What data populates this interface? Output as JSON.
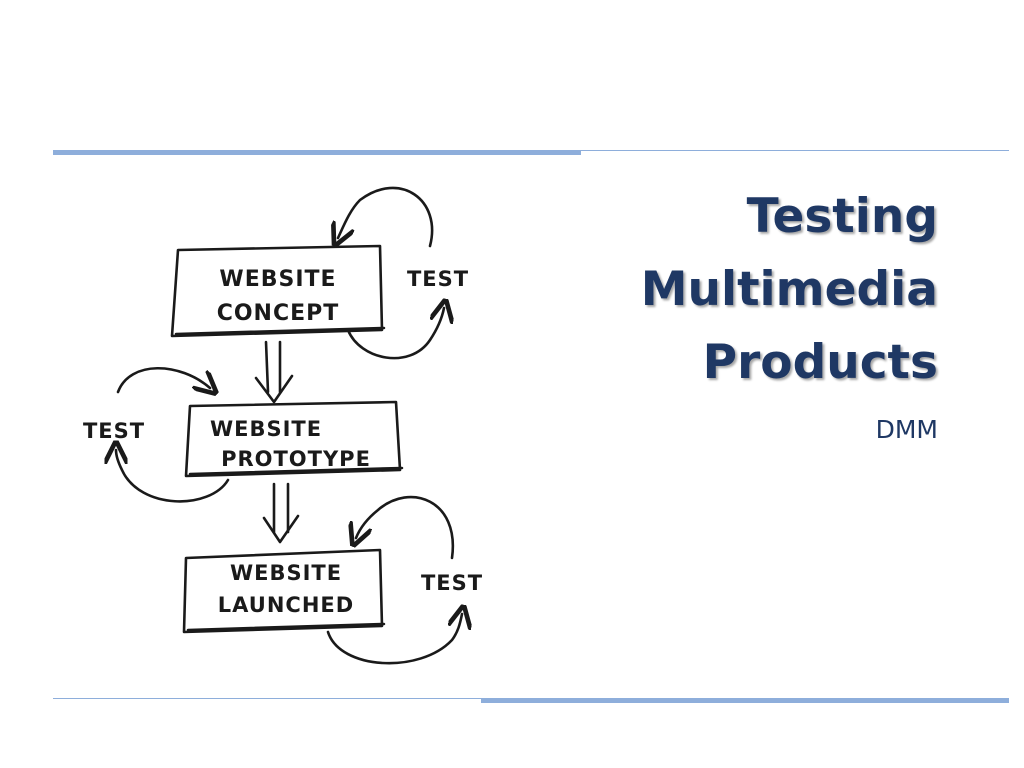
{
  "slide": {
    "title_lines": [
      "Testing",
      "Multimedia",
      "Products"
    ],
    "subtitle": "DMM"
  },
  "diagram": {
    "stages": [
      {
        "line1": "WEBSITE",
        "line2": "CONCEPT",
        "test_label": "TEST"
      },
      {
        "line1": "WEBSITE",
        "line2": "PROTOTYPE",
        "test_label": "TEST"
      },
      {
        "line1": "WEBSITE",
        "line2": "LAUNCHED",
        "test_label": "TEST"
      }
    ]
  },
  "colors": {
    "accent_rule": "#8eaedb",
    "title": "#1f3864",
    "subtitle": "#1f3864",
    "sketch_ink": "#1a1a1a"
  }
}
